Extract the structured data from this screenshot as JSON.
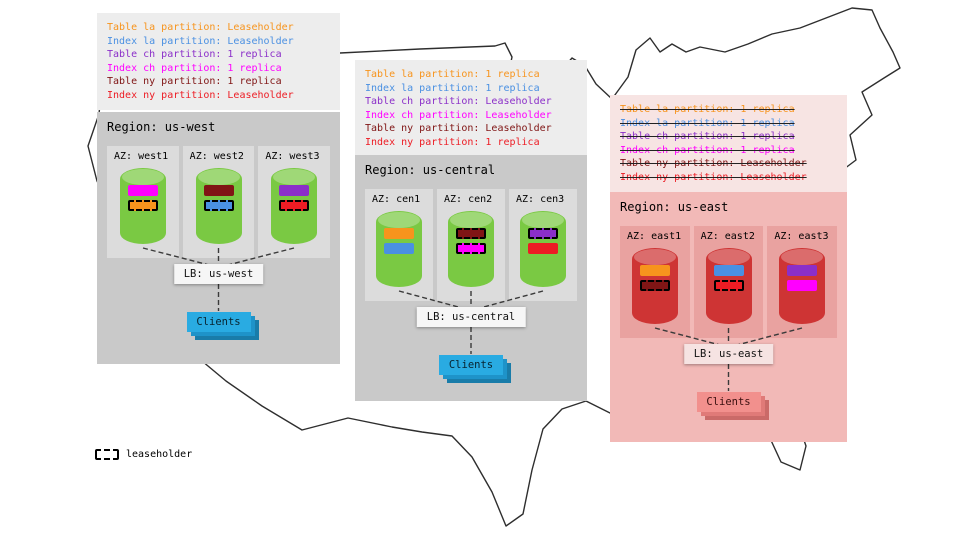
{
  "legend": {
    "label": "leaseholder"
  },
  "colors": {
    "table_la_orange": "#F7941D",
    "index_la_blue": "#4A90E2",
    "table_ch_purple": "#8B2FC9",
    "index_ch_magenta": "#FF00FF",
    "table_ny_maroon": "#801515",
    "index_ny_red": "#ED1C24",
    "cylinder_green": "#7AC943",
    "cylinder_red": "#CE3434",
    "clients_blue": "#29ABE2",
    "clients_pink": "#F2908D"
  },
  "regions": [
    {
      "name": "us-west",
      "status": "up",
      "title": "Region: us-west",
      "annotations": [
        {
          "text": "Table la partition: Leaseholder",
          "color": "#F7941D",
          "strike": false
        },
        {
          "text": "Index la partition: Leaseholder",
          "color": "#4A90E2",
          "strike": false
        },
        {
          "text": "Table ch partition: 1 replica",
          "color": "#8B2FC9",
          "strike": false
        },
        {
          "text": "Index ch partition: 1 replica",
          "color": "#FF00FF",
          "strike": false
        },
        {
          "text": "Table ny partition: 1 replica",
          "color": "#801515",
          "strike": false
        },
        {
          "text": "Index ny partition: Leaseholder",
          "color": "#ED1C24",
          "strike": false
        }
      ],
      "azs": [
        {
          "label": "AZ: west1",
          "bars": [
            {
              "color": "#FF00FF",
              "leaseholder": false
            },
            {
              "color": "#F7941D",
              "leaseholder": true
            }
          ]
        },
        {
          "label": "AZ: west2",
          "bars": [
            {
              "color": "#801515",
              "leaseholder": false
            },
            {
              "color": "#4A90E2",
              "leaseholder": true
            }
          ]
        },
        {
          "label": "AZ: west3",
          "bars": [
            {
              "color": "#8B2FC9",
              "leaseholder": false
            },
            {
              "color": "#ED1C24",
              "leaseholder": true
            }
          ]
        }
      ],
      "lb_label": "LB: us-west",
      "clients_label": "Clients"
    },
    {
      "name": "us-central",
      "status": "up",
      "title": "Region: us-central",
      "annotations": [
        {
          "text": "Table la partition: 1 replica",
          "color": "#F7941D",
          "strike": false
        },
        {
          "text": "Index la partition: 1 replica",
          "color": "#4A90E2",
          "strike": false
        },
        {
          "text": "Table ch partition: Leaseholder",
          "color": "#8B2FC9",
          "strike": false
        },
        {
          "text": "Index ch partition: Leaseholder",
          "color": "#FF00FF",
          "strike": false
        },
        {
          "text": "Table ny partition: Leaseholder",
          "color": "#801515",
          "strike": false
        },
        {
          "text": "Index ny partition: 1 replica",
          "color": "#ED1C24",
          "strike": false
        }
      ],
      "azs": [
        {
          "label": "AZ: cen1",
          "bars": [
            {
              "color": "#F7941D",
              "leaseholder": false
            },
            {
              "color": "#4A90E2",
              "leaseholder": false
            }
          ]
        },
        {
          "label": "AZ: cen2",
          "bars": [
            {
              "color": "#801515",
              "leaseholder": true
            },
            {
              "color": "#FF00FF",
              "leaseholder": true
            }
          ]
        },
        {
          "label": "AZ: cen3",
          "bars": [
            {
              "color": "#8B2FC9",
              "leaseholder": true
            },
            {
              "color": "#ED1C24",
              "leaseholder": false
            }
          ]
        }
      ],
      "lb_label": "LB: us-central",
      "clients_label": "Clients"
    },
    {
      "name": "us-east",
      "status": "down",
      "title": "Region: us-east",
      "annotations": [
        {
          "text": "Table la partition: 1 replica",
          "color": "#F7941D",
          "strike": true
        },
        {
          "text": "Index la partition: 1 replica",
          "color": "#4A90E2",
          "strike": true
        },
        {
          "text": "Table ch partition: 1 replica",
          "color": "#8B2FC9",
          "strike": true
        },
        {
          "text": "Index ch partition: 1 replica",
          "color": "#FF00FF",
          "strike": true
        },
        {
          "text": "Table ny partition: Leaseholder",
          "color": "#801515",
          "strike": true
        },
        {
          "text": "Index ny partition: Leaseholder",
          "color": "#ED1C24",
          "strike": true
        }
      ],
      "azs": [
        {
          "label": "AZ: east1",
          "bars": [
            {
              "color": "#F7941D",
              "leaseholder": false
            },
            {
              "color": "#801515",
              "leaseholder": true
            }
          ]
        },
        {
          "label": "AZ: east2",
          "bars": [
            {
              "color": "#4A90E2",
              "leaseholder": false
            },
            {
              "color": "#ED1C24",
              "leaseholder": true
            }
          ]
        },
        {
          "label": "AZ: east3",
          "bars": [
            {
              "color": "#8B2FC9",
              "leaseholder": false
            },
            {
              "color": "#FF00FF",
              "leaseholder": false
            }
          ]
        }
      ],
      "lb_label": "LB: us-east",
      "clients_label": "Clients"
    }
  ]
}
